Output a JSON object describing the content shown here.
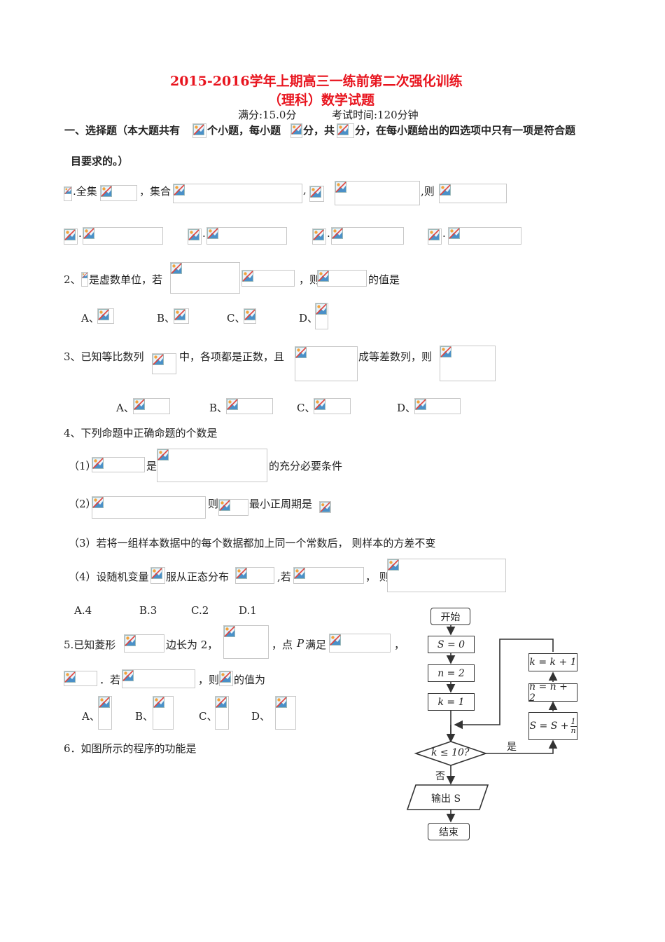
{
  "header": {
    "title_line1": "2015-2016学年上期高三一练前第二次强化训练",
    "title_line2": "（理科）数学试题",
    "score_info": "满分:15.0分",
    "time_info": "考试时间:120分钟"
  },
  "section1": {
    "part_a": "一、选择题（本大题共有",
    "part_b": "个小题，每小题",
    "part_c": "分，共",
    "part_d": "分，在每小题给出的四选项中只有一项是符合题",
    "part_e": "目要求的。）"
  },
  "q1": {
    "a": ".全集",
    "b": "，集合",
    "c": ",",
    "d": ",则",
    "dot": ".",
    "dot2": "."
  },
  "q2": {
    "a": "2、",
    "b": "是虚数单位，若",
    "c": "，则",
    "d": "的值是",
    "optA": "A、",
    "optB": "B、",
    "optC": "C、",
    "optD": "D、"
  },
  "q3": {
    "a": "3、已知等比数列",
    "b": "中，各项都是正数，且",
    "c": "成等差数列，则",
    "optA": "A、",
    "optB": "B、",
    "optC": "C、",
    "optD": "D、"
  },
  "q4": {
    "stem": "4、下列命题中正确命题的个数是",
    "p1_label": "（1）",
    "p1_a": "是",
    "p1_b": "的充分必要条件",
    "p2_label": "（2）",
    "p2_a": "则",
    "p2_b": "最小正周期是",
    "p3": "（3）若将一组样本数据中的每个数据都加上同一个常数后， 则样本的方差不变",
    "p4_label": "（4）设随机变量",
    "p4_a": "服从正态分布",
    "p4_b": ",若",
    "p4_c": "， 则",
    "optA": "A.4",
    "optB": "B.3",
    "optC": "C.2",
    "optD": "D.1"
  },
  "q5": {
    "a": "5.已知菱形",
    "b": "边长为 2，",
    "c": "，点",
    "p": "P",
    "d": "满足",
    "e": "，",
    "f": "．若",
    "g": "，则",
    "h": "的值为",
    "optA": "A、",
    "optB": "B、",
    "optC": "C、",
    "optD": "D、"
  },
  "q6": {
    "stem": "6．如图所示的程序的功能是"
  },
  "flowchart": {
    "start": "开始",
    "s0": "S = 0",
    "n2": "n = 2",
    "k1": "k = 1",
    "cond": "k ≤ 10?",
    "yes": "是",
    "no": "否",
    "k_inc": "k = k + 1",
    "n_inc": "n = n + 2",
    "s_update": "S = S +",
    "frac_num": "1",
    "frac_den": "n",
    "output": "输出 S",
    "end": "结束"
  }
}
